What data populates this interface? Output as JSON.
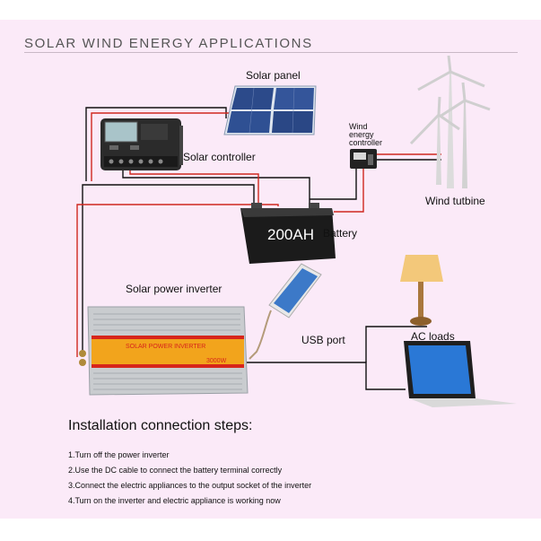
{
  "heading": "SOLAR WIND ENERGY APPLICATIONS",
  "components": {
    "solar_panel": "Solar panel",
    "solar_controller": "Solar controller",
    "wind_controller_line1": "Wind",
    "wind_controller_line2": "energy",
    "wind_controller_line3": "controller",
    "wind_turbine": "Wind tutbine",
    "battery": "Battery",
    "battery_capacity": "200AH",
    "inverter": "Solar power inverter",
    "usb_port": "USB port",
    "ac_loads": "AC loads",
    "inverter_face_text": "SOLAR POWER INVERTER",
    "inverter_power": "3000W"
  },
  "steps_title": "Installation connection steps:",
  "steps": [
    "1.Turn off the power inverter",
    "2.Use the DC cable to connect the battery terminal correctly",
    "3.Connect the electric appliances to the output socket of the inverter",
    "4.Turn on the inverter and electric appliance is working now"
  ],
  "colors": {
    "background": "#fbeaf8",
    "wire_black": "#111111",
    "wire_red": "#d0281f",
    "battery_body": "#1b1b1b",
    "panel_cell": "#2c4a8a"
  }
}
